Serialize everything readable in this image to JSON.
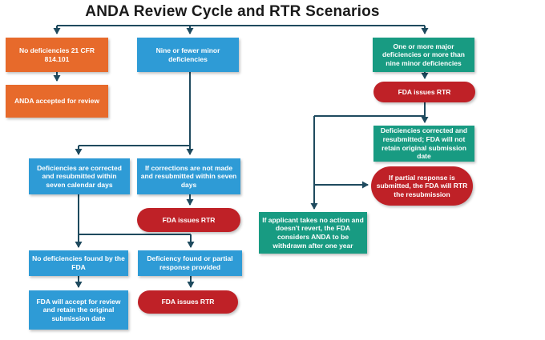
{
  "title": "ANDA Review Cycle and RTR Scenarios",
  "palette": {
    "orange": "#E76A2B",
    "blue": "#2E9BD6",
    "teal": "#189B82",
    "red": "#BF2127",
    "connector": "#1E4A5E",
    "title_color": "#1A1A1A",
    "node_text": "#FFFFFF"
  },
  "nodes": {
    "no_deficiencies": {
      "text": "No deficiencies 21 CFR 814.101",
      "kind": "process",
      "color": "orange"
    },
    "anda_accepted": {
      "text": "ANDA accepted for review",
      "kind": "process",
      "color": "orange"
    },
    "nine_or_fewer": {
      "text": "Nine or fewer minor deficiencies",
      "kind": "process",
      "color": "blue"
    },
    "corrected_seven": {
      "text": "Deficiencies are corrected and resubmitted within seven calendar days",
      "kind": "process",
      "color": "blue"
    },
    "not_made_seven": {
      "text": "If corrections are not made and resubmitted within seven days",
      "kind": "process",
      "color": "blue"
    },
    "rtr_mid": {
      "text": "FDA issues RTR",
      "kind": "terminator",
      "color": "red"
    },
    "no_def_found": {
      "text": "No deficiencies found by the FDA",
      "kind": "process",
      "color": "blue"
    },
    "def_found_partial": {
      "text": "Deficiency found or partial response provided",
      "kind": "process",
      "color": "blue"
    },
    "accept_retain": {
      "text": "FDA will accept for review and retain the original submission date",
      "kind": "process",
      "color": "blue"
    },
    "rtr_bottom": {
      "text": "FDA issues RTR",
      "kind": "terminator",
      "color": "red"
    },
    "major_def": {
      "text": "One or more major deficiencies or more than nine minor deficiencies",
      "kind": "process",
      "color": "teal"
    },
    "rtr_right": {
      "text": "FDA issues RTR",
      "kind": "terminator",
      "color": "red"
    },
    "corrected_no_retain": {
      "text": "Deficiencies corrected and resubmitted; FDA will not retain original submission date",
      "kind": "process",
      "color": "teal"
    },
    "partial_response": {
      "text": "If partial response is submitted, the FDA will RTR the resubmission",
      "kind": "terminator",
      "color": "red"
    },
    "no_action": {
      "text": "If applicant takes no action and doesn't revert, the FDA considers ANDA to be withdrawn after one year",
      "kind": "process",
      "color": "teal"
    }
  },
  "edges": [
    {
      "from": "title",
      "to": "no_deficiencies"
    },
    {
      "from": "title",
      "to": "nine_or_fewer"
    },
    {
      "from": "title",
      "to": "major_def"
    },
    {
      "from": "no_deficiencies",
      "to": "anda_accepted"
    },
    {
      "from": "nine_or_fewer",
      "to": "corrected_seven"
    },
    {
      "from": "nine_or_fewer",
      "to": "not_made_seven"
    },
    {
      "from": "not_made_seven",
      "to": "rtr_mid"
    },
    {
      "from": "corrected_seven",
      "to": "no_def_found"
    },
    {
      "from": "corrected_seven",
      "to": "def_found_partial"
    },
    {
      "from": "no_def_found",
      "to": "accept_retain"
    },
    {
      "from": "def_found_partial",
      "to": "rtr_bottom"
    },
    {
      "from": "major_def",
      "to": "rtr_right"
    },
    {
      "from": "rtr_right",
      "to": "corrected_no_retain"
    },
    {
      "from": "rtr_right",
      "to": "partial_response"
    },
    {
      "from": "rtr_right",
      "to": "no_action"
    }
  ]
}
